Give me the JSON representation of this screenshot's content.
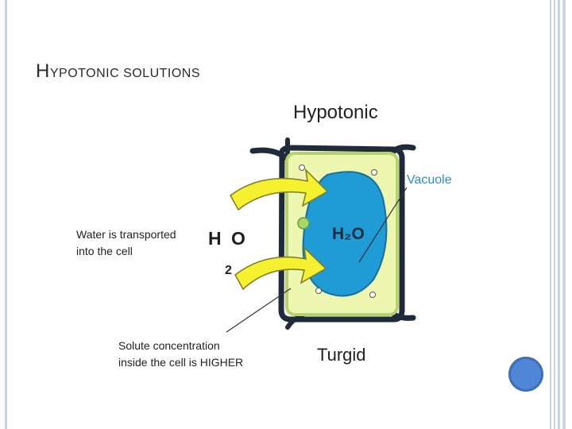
{
  "slide": {
    "title_first": "H",
    "title_rest": "YPOTONIC SOLUTIONS"
  },
  "diagram": {
    "heading": "Hypotonic",
    "vacuole_label": "Vacuole",
    "h2o_inside": "H₂O",
    "h2o_outside": "H O",
    "h2o_outside_subscript": "2",
    "water_label_line1": "Water is transported",
    "water_label_line2": "into the cell",
    "solute_label_line1": "Solute concentration",
    "solute_label_line2": "inside the cell is HIGHER",
    "state_label": "Turgid"
  },
  "colors": {
    "border": "#c9d3e3",
    "cell_wall": "#1f2a3a",
    "cytoplasm": "#eef7b0",
    "membrane": "#b7d36b",
    "vacuole": "#1f9bd6",
    "arrow": "#f6f12f",
    "arrow_stroke": "#7a7a2a",
    "accent_label": "#2b8fc9",
    "nav_button": "#4f86d6"
  }
}
